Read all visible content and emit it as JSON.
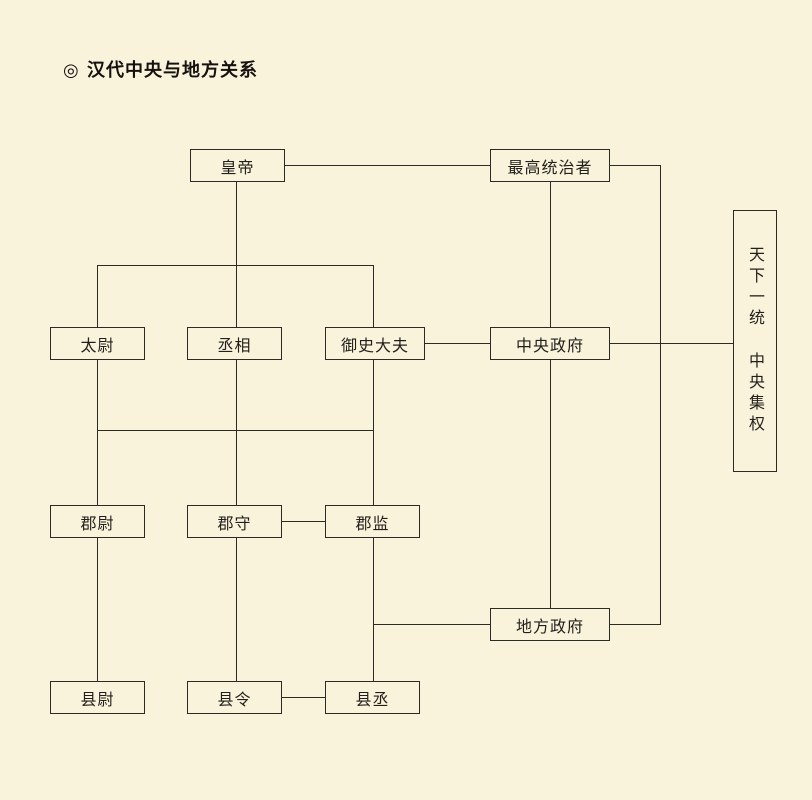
{
  "title": "◎ 汉代中央与地方关系",
  "colors": {
    "background": "#faf3dc",
    "line": "#2d2a24",
    "text": "#221f1a"
  },
  "nodes": {
    "emperor": "皇帝",
    "supreme_ruler": "最高统治者",
    "taiwei": "太尉",
    "chancellor": "丞相",
    "censor": "御史大夫",
    "central_government": "中央政府",
    "commandery_commandant": "郡尉",
    "commandery_governor": "郡守",
    "commandery_inspector": "郡监",
    "local_government": "地方政府",
    "county_commandant": "县尉",
    "county_magistrate": "县令",
    "county_deputy": "县丞",
    "side_note_top": "天下一统",
    "side_note_bottom": "中央集权"
  }
}
